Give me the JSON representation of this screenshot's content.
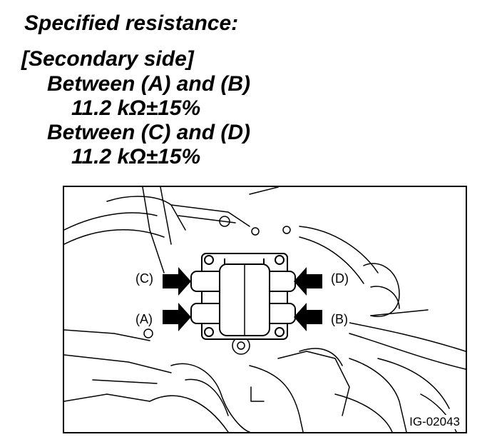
{
  "spec": {
    "heading": "Specified resistance:",
    "section": "[Secondary side]",
    "pair1_label": "Between (A) and (B)",
    "pair1_value": "11.2 kΩ±15%",
    "pair2_label": "Between (C) and (D)",
    "pair2_value": "11.2 kΩ±15%"
  },
  "figure": {
    "labels": {
      "c": "(C)",
      "a": "(A)",
      "d": "(D)",
      "b": "(B)"
    },
    "code": "IG-02043"
  }
}
